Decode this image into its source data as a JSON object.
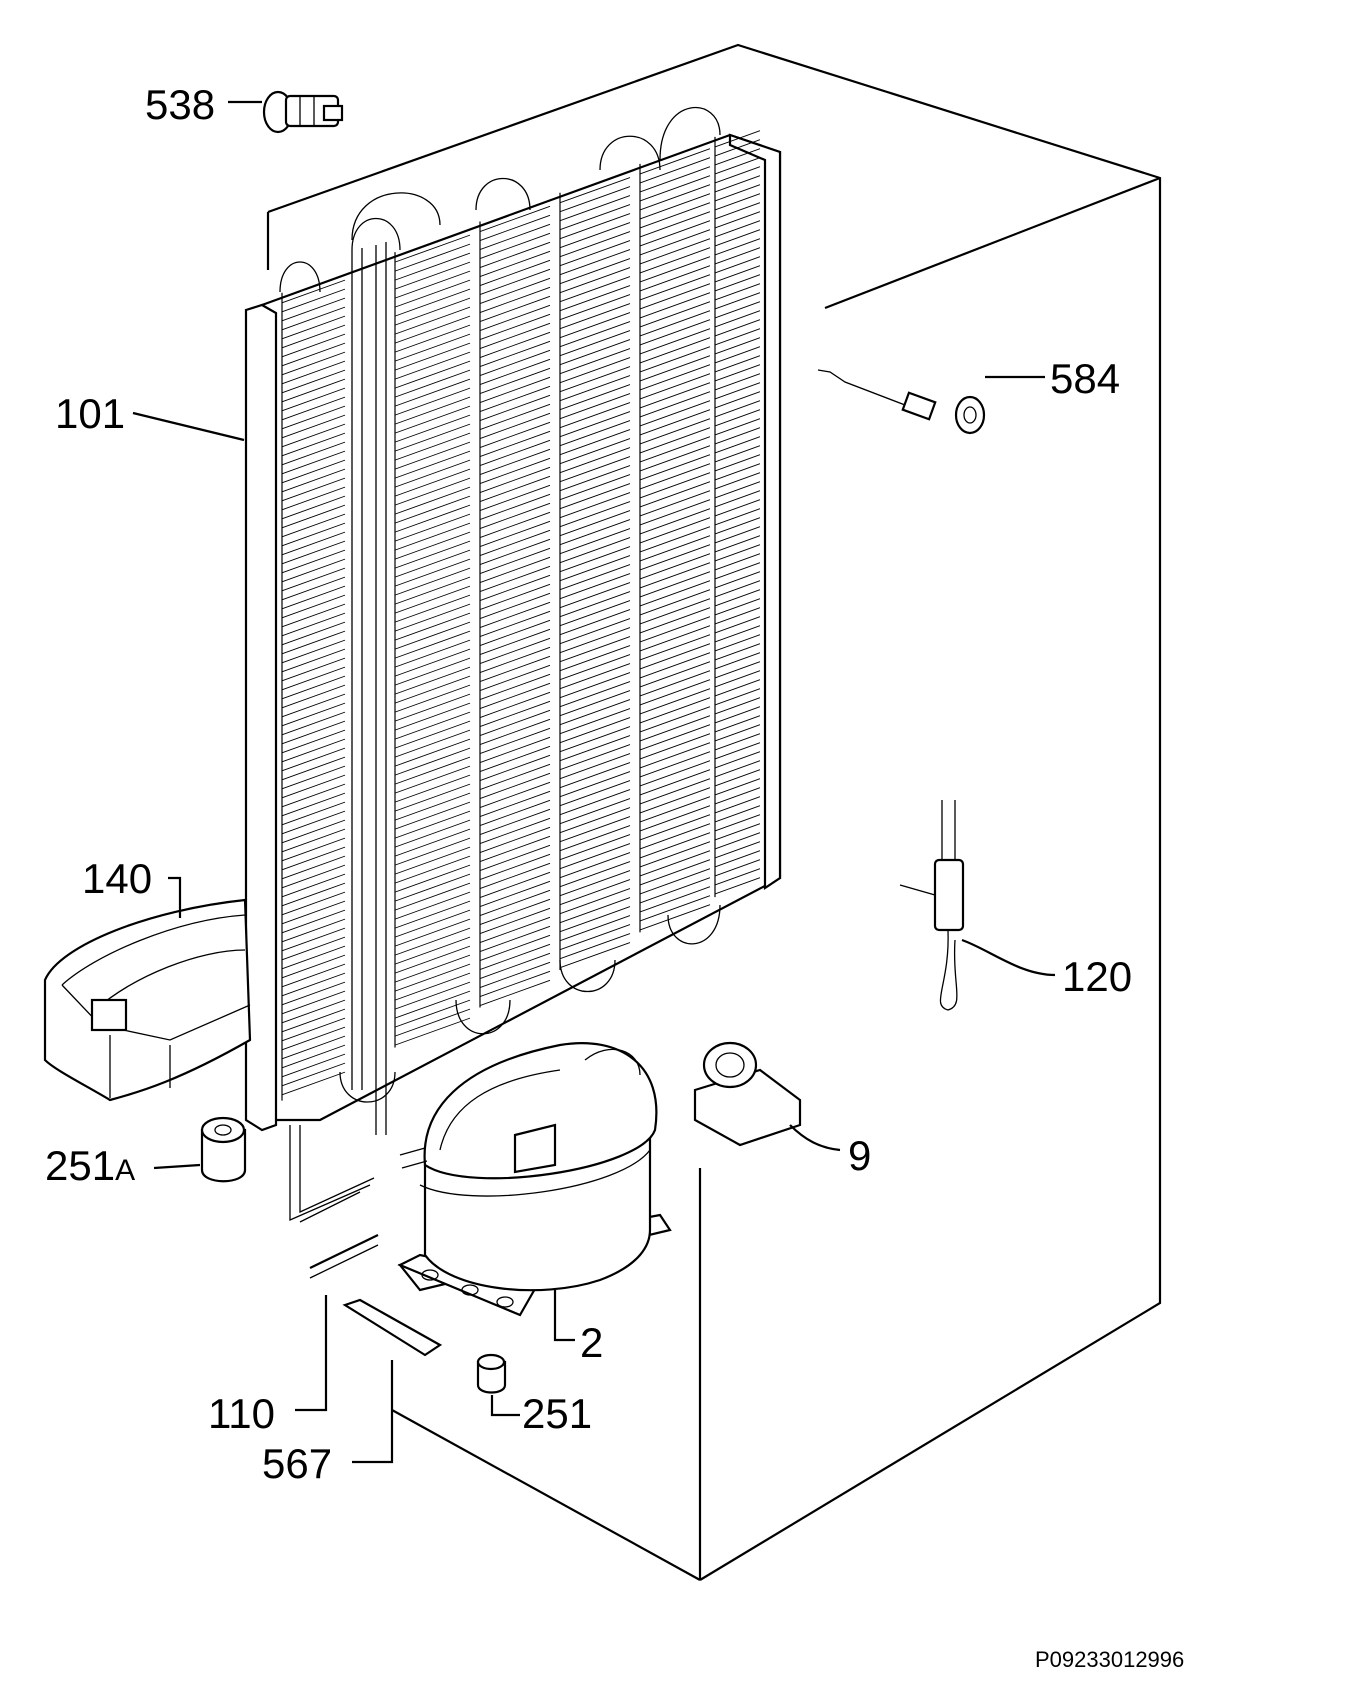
{
  "labels": {
    "l538": "538",
    "l584": "584",
    "l101": "101",
    "l140": "140",
    "l120": "120",
    "l251a_num": "251",
    "l251a_suffix": "A",
    "l9": "9",
    "l2": "2",
    "l251": "251",
    "l110": "110",
    "l567": "567"
  },
  "reference_code": "P09233012996"
}
